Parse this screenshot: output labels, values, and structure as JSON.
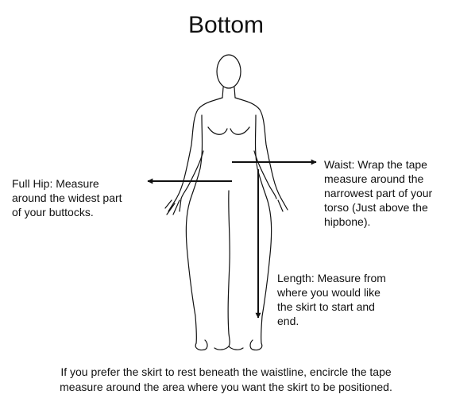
{
  "title": "Bottom",
  "labels": {
    "hip": [
      "Full Hip: Measure",
      "around the widest part",
      "of your buttocks."
    ],
    "waist": [
      "Waist: Wrap the tape",
      "measure around the",
      "narrowest part of your",
      "torso (Just above the",
      "hipbone)."
    ],
    "length": [
      "Length: Measure from",
      "where you would like",
      "the skirt to start and",
      "end."
    ]
  },
  "note": [
    "If you prefer the skirt to rest beneath the waistline, encircle the tape",
    "measure around the area where you want the skirt to be positioned."
  ],
  "icons": [
    "female-body-outline-icon",
    "arrow-left-icon",
    "arrow-right-icon",
    "arrow-down-icon"
  ],
  "colors": {
    "line": "#111111",
    "background": "#ffffff"
  }
}
